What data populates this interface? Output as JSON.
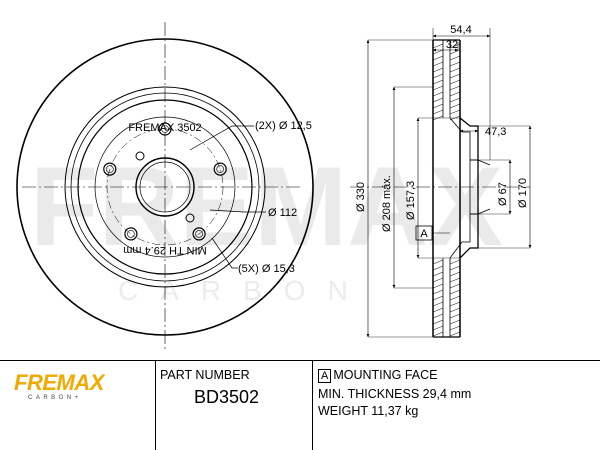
{
  "watermark": {
    "brand": "FREMAX",
    "sub": "CARBON"
  },
  "front_view": {
    "label_holes_small": "(2X) Ø 12,5",
    "label_pcd": "Ø 112",
    "label_holes_bolt": "(5X) Ø 15,3",
    "hat_text_top": "FREMAX 3502",
    "hat_text_bottom": "MIN TH 29.4 mm"
  },
  "side_view": {
    "dim_total_width": "54,4",
    "dim_hat_width": "32",
    "dim_offset": "47,3",
    "dia_outer": "Ø 330",
    "dia_friction_max": "Ø 208 máx.",
    "dia_hat": "Ø 157,3",
    "dia_center_bore": "Ø 67",
    "dia_hub": "Ø 170",
    "datum": "A"
  },
  "footer": {
    "logo_brand": "FREMAX",
    "logo_sub": "CARBON+",
    "part_number_label": "PART NUMBER",
    "part_number": "BD3502",
    "mounting_face_marker": "A",
    "mounting_face_label": "MOUNTING FACE",
    "min_thickness": "MIN. THICKNESS 29,4 mm",
    "weight": "WEIGHT 11,37 kg"
  },
  "colors": {
    "brand_yellow": "#f2a900",
    "line": "#000000",
    "watermark": "#e8e8e8"
  }
}
